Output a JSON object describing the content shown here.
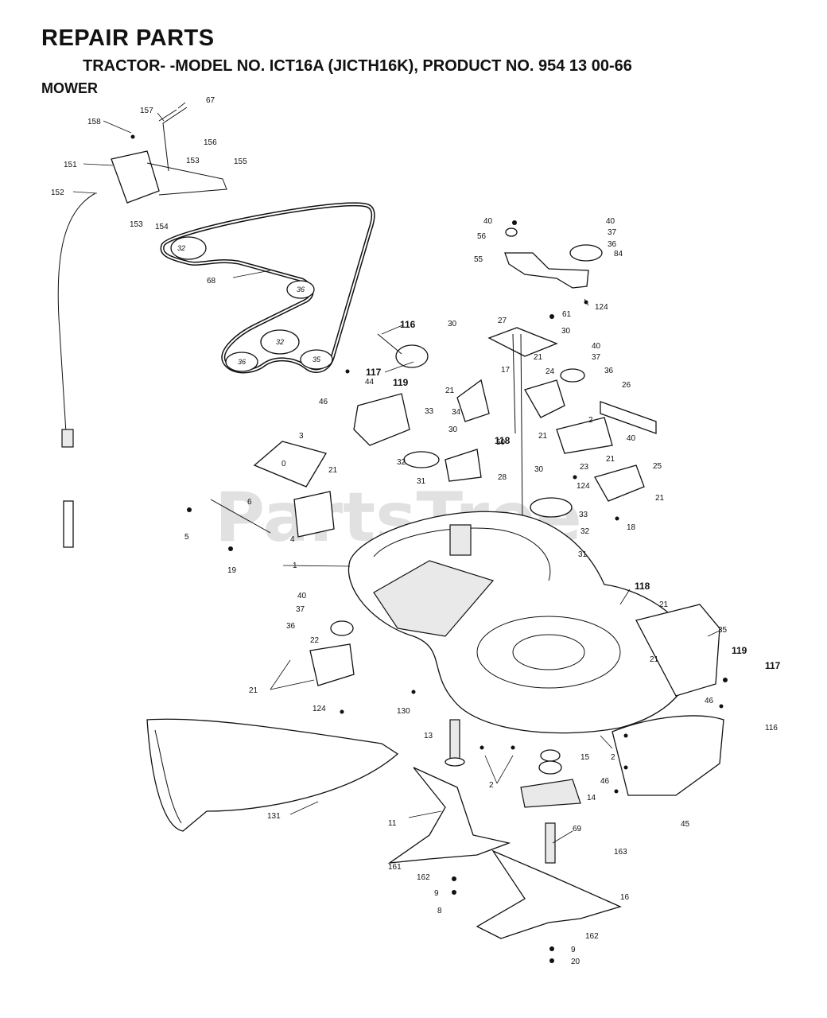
{
  "header": {
    "title": "REPAIR PARTS",
    "subtitle": "TRACTOR- -MODEL NO. ICT16A (JICTH16K), PRODUCT NO. 954 13 00-66",
    "section": "MOWER"
  },
  "watermark": "PartsTree",
  "pulley_labels": [
    "32",
    "36",
    "32",
    "36",
    "35"
  ],
  "callouts": [
    "67",
    "157",
    "158",
    "156",
    "151",
    "153",
    "155",
    "152",
    "153",
    "154",
    "68",
    "40",
    "56",
    "40",
    "37",
    "36",
    "84",
    "55",
    "124",
    "61",
    "30",
    "27",
    "116",
    "30",
    "40",
    "37",
    "21",
    "17",
    "36",
    "117",
    "119",
    "46",
    "44",
    "21",
    "24",
    "26",
    "34",
    "33",
    "2",
    "40",
    "21",
    "118",
    "30",
    "50",
    "3",
    "32",
    "28",
    "23",
    "21",
    "25",
    "21",
    "0",
    "30",
    "124",
    "31",
    "6",
    "4",
    "5",
    "33",
    "21",
    "32",
    "18",
    "19",
    "31",
    "1",
    "118",
    "40",
    "21",
    "37",
    "36",
    "35",
    "119",
    "117",
    "22",
    "21",
    "21",
    "124",
    "130",
    "46",
    "116",
    "13",
    "2",
    "15",
    "46",
    "2",
    "11",
    "14",
    "45",
    "131",
    "69",
    "161",
    "163",
    "162",
    "9",
    "16",
    "8",
    "162",
    "9",
    "20"
  ]
}
